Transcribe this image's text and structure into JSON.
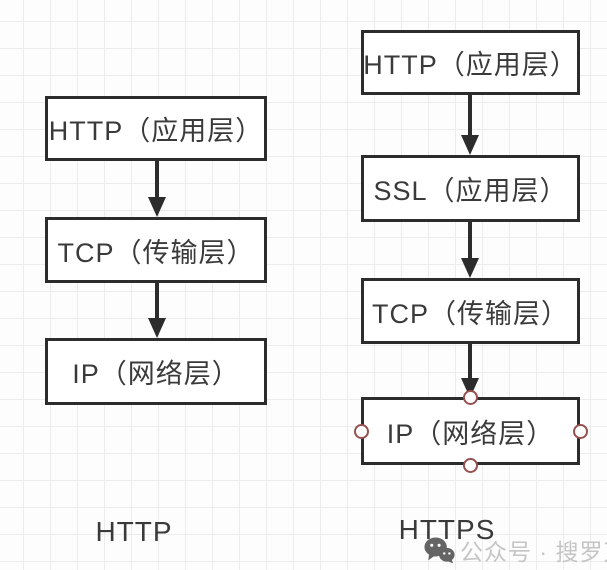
{
  "colors": {
    "canvas_bg": "#fdfdfd",
    "grid_line": "#ececec",
    "box_border": "#2c2c2c",
    "box_fill": "#ffffff",
    "box_text": "#3a3a3a",
    "arrow": "#2c2c2c",
    "handle_border": "#96504f",
    "handle_fill": "#ffffff",
    "caption_text": "#3a3a3a",
    "watermark_text": "#c5c5c5",
    "watermark_icon": "#4a4a4a"
  },
  "diagram": {
    "http_stack": {
      "caption": "HTTP",
      "layers": [
        {
          "label": "HTTP（应用层）"
        },
        {
          "label": "TCP（传输层）"
        },
        {
          "label": "IP（网络层）"
        }
      ]
    },
    "https_stack": {
      "caption": "HTTPS",
      "layers": [
        {
          "label": "HTTP（应用层）"
        },
        {
          "label": "SSL（应用层）"
        },
        {
          "label": "TCP（传输层）"
        },
        {
          "label": "IP（网络层）"
        }
      ]
    }
  },
  "watermark": {
    "icon": "wechat-icon",
    "text": "公众号 · 搜罗万相"
  }
}
